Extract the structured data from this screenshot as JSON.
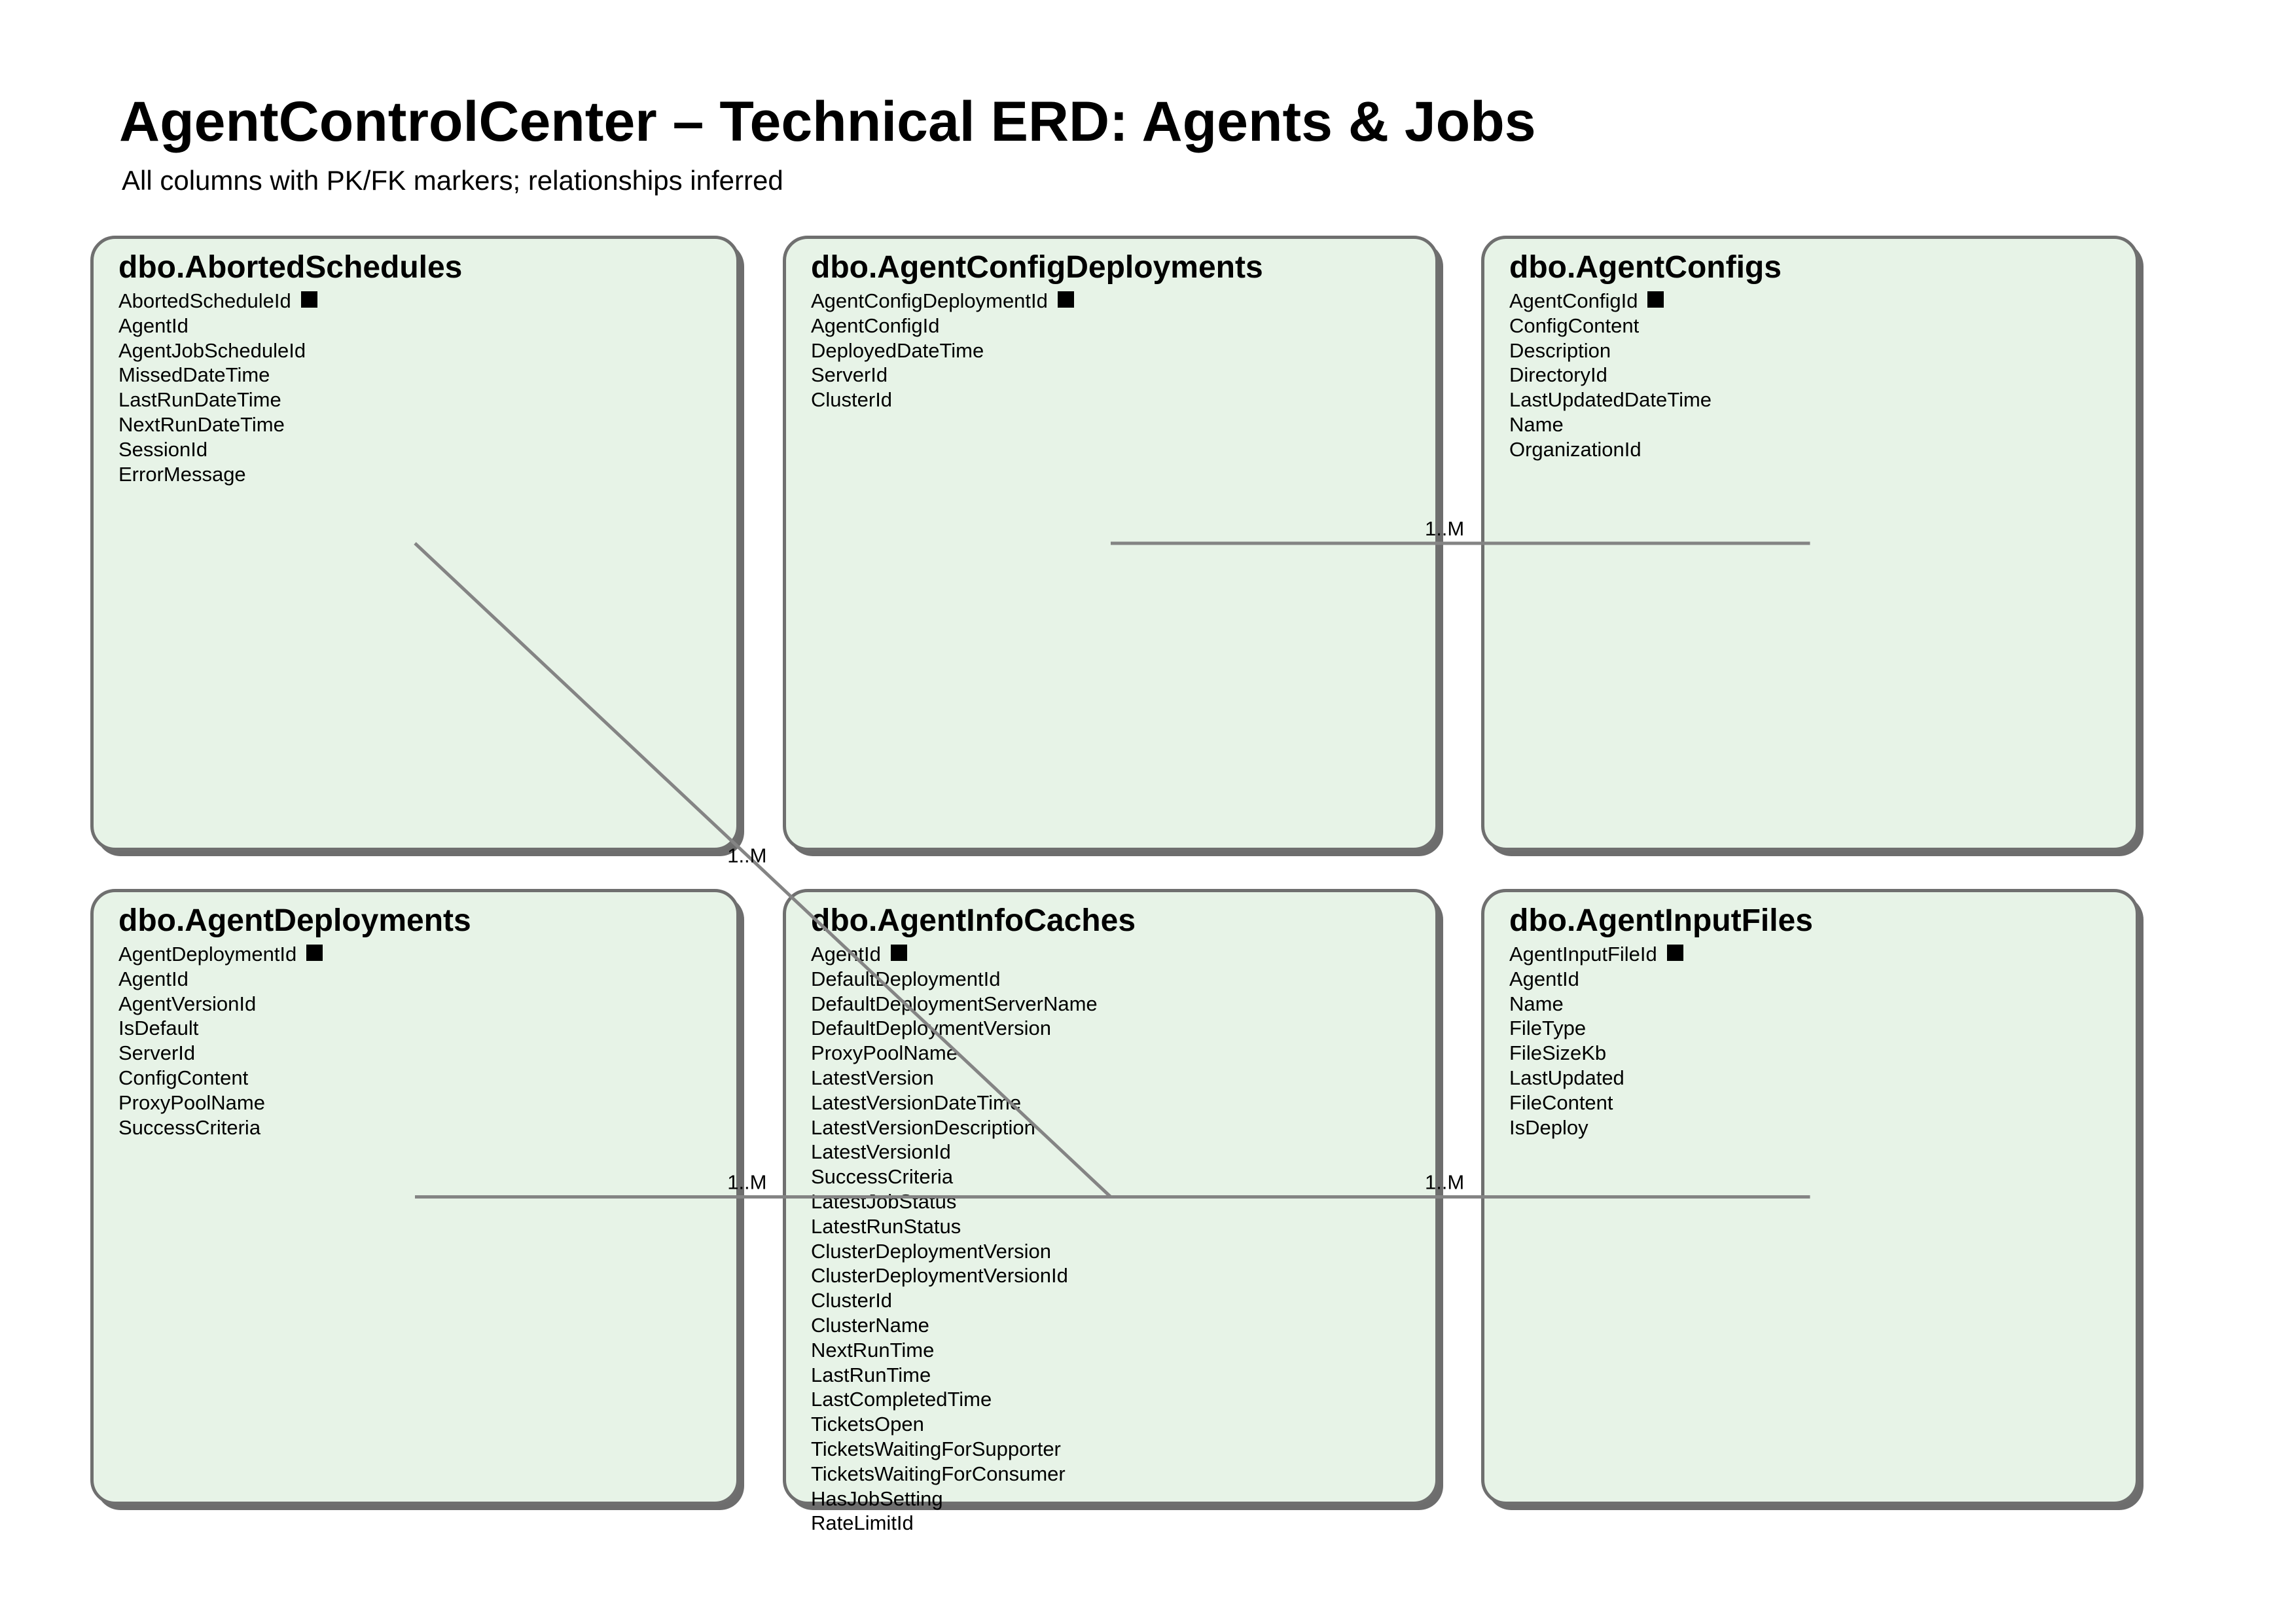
{
  "page": {
    "title": "AgentControlCenter – Technical ERD: Agents & Jobs",
    "subtitle": "All columns with PK/FK markers; relationships inferred"
  },
  "colors": {
    "entity_fill": "#e7f3e7",
    "entity_border": "#6f6f6f",
    "entity_shadow": "#6d6d6d",
    "relationship_line": "#848484",
    "text": "#000000",
    "background": "#ffffff"
  },
  "icons": {
    "pk_marker": "filled-black-square"
  },
  "entities": [
    {
      "name": "dbo.AbortedSchedules",
      "columns": [
        {
          "name": "AbortedScheduleId",
          "pk": true
        },
        {
          "name": "AgentId",
          "pk": false
        },
        {
          "name": "AgentJobScheduleId",
          "pk": false
        },
        {
          "name": "MissedDateTime",
          "pk": false
        },
        {
          "name": "LastRunDateTime",
          "pk": false
        },
        {
          "name": "NextRunDateTime",
          "pk": false
        },
        {
          "name": "SessionId",
          "pk": false
        },
        {
          "name": "ErrorMessage",
          "pk": false
        }
      ]
    },
    {
      "name": "dbo.AgentConfigDeployments",
      "columns": [
        {
          "name": "AgentConfigDeploymentId",
          "pk": true
        },
        {
          "name": "AgentConfigId",
          "pk": false
        },
        {
          "name": "DeployedDateTime",
          "pk": false
        },
        {
          "name": "ServerId",
          "pk": false
        },
        {
          "name": "ClusterId",
          "pk": false
        }
      ]
    },
    {
      "name": "dbo.AgentConfigs",
      "columns": [
        {
          "name": "AgentConfigId",
          "pk": true
        },
        {
          "name": "ConfigContent",
          "pk": false
        },
        {
          "name": "Description",
          "pk": false
        },
        {
          "name": "DirectoryId",
          "pk": false
        },
        {
          "name": "LastUpdatedDateTime",
          "pk": false
        },
        {
          "name": "Name",
          "pk": false
        },
        {
          "name": "OrganizationId",
          "pk": false
        }
      ]
    },
    {
      "name": "dbo.AgentDeployments",
      "columns": [
        {
          "name": "AgentDeploymentId",
          "pk": true
        },
        {
          "name": "AgentId",
          "pk": false
        },
        {
          "name": "AgentVersionId",
          "pk": false
        },
        {
          "name": "IsDefault",
          "pk": false
        },
        {
          "name": "ServerId",
          "pk": false
        },
        {
          "name": "ConfigContent",
          "pk": false
        },
        {
          "name": "ProxyPoolName",
          "pk": false
        },
        {
          "name": "SuccessCriteria",
          "pk": false
        }
      ]
    },
    {
      "name": "dbo.AgentInfoCaches",
      "columns": [
        {
          "name": "AgentId",
          "pk": true
        },
        {
          "name": "DefaultDeploymentId",
          "pk": false
        },
        {
          "name": "DefaultDeploymentServerName",
          "pk": false
        },
        {
          "name": "DefaultDeploymentVersion",
          "pk": false
        },
        {
          "name": "ProxyPoolName",
          "pk": false
        },
        {
          "name": "LatestVersion",
          "pk": false
        },
        {
          "name": "LatestVersionDateTime",
          "pk": false
        },
        {
          "name": "LatestVersionDescription",
          "pk": false
        },
        {
          "name": "LatestVersionId",
          "pk": false
        },
        {
          "name": "SuccessCriteria",
          "pk": false
        },
        {
          "name": "LatestJobStatus",
          "pk": false
        },
        {
          "name": "LatestRunStatus",
          "pk": false
        },
        {
          "name": "ClusterDeploymentVersion",
          "pk": false
        },
        {
          "name": "ClusterDeploymentVersionId",
          "pk": false
        },
        {
          "name": "ClusterId",
          "pk": false
        },
        {
          "name": "ClusterName",
          "pk": false
        },
        {
          "name": "NextRunTime",
          "pk": false
        },
        {
          "name": "LastRunTime",
          "pk": false
        },
        {
          "name": "LastCompletedTime",
          "pk": false
        },
        {
          "name": "TicketsOpen",
          "pk": false
        },
        {
          "name": "TicketsWaitingForSupporter",
          "pk": false
        },
        {
          "name": "TicketsWaitingForConsumer",
          "pk": false
        },
        {
          "name": "HasJobSetting",
          "pk": false
        },
        {
          "name": "RateLimitId",
          "pk": false
        }
      ]
    },
    {
      "name": "dbo.AgentInputFiles",
      "columns": [
        {
          "name": "AgentInputFileId",
          "pk": true
        },
        {
          "name": "AgentId",
          "pk": false
        },
        {
          "name": "Name",
          "pk": false
        },
        {
          "name": "FileType",
          "pk": false
        },
        {
          "name": "FileSizeKb",
          "pk": false
        },
        {
          "name": "LastUpdated",
          "pk": false
        },
        {
          "name": "FileContent",
          "pk": false
        },
        {
          "name": "IsDeploy",
          "pk": false
        }
      ]
    }
  ],
  "relationships": [
    {
      "from": "dbo.AgentConfigDeployments",
      "to": "dbo.AgentConfigs",
      "label": "1..M"
    },
    {
      "from": "dbo.AbortedSchedules",
      "to": "dbo.AgentInfoCaches",
      "label": "1..M"
    },
    {
      "from": "dbo.AgentDeployments",
      "to": "dbo.AgentInfoCaches",
      "label": "1..M"
    },
    {
      "from": "dbo.AgentInfoCaches",
      "to": "dbo.AgentInputFiles",
      "label": "1..M"
    }
  ]
}
